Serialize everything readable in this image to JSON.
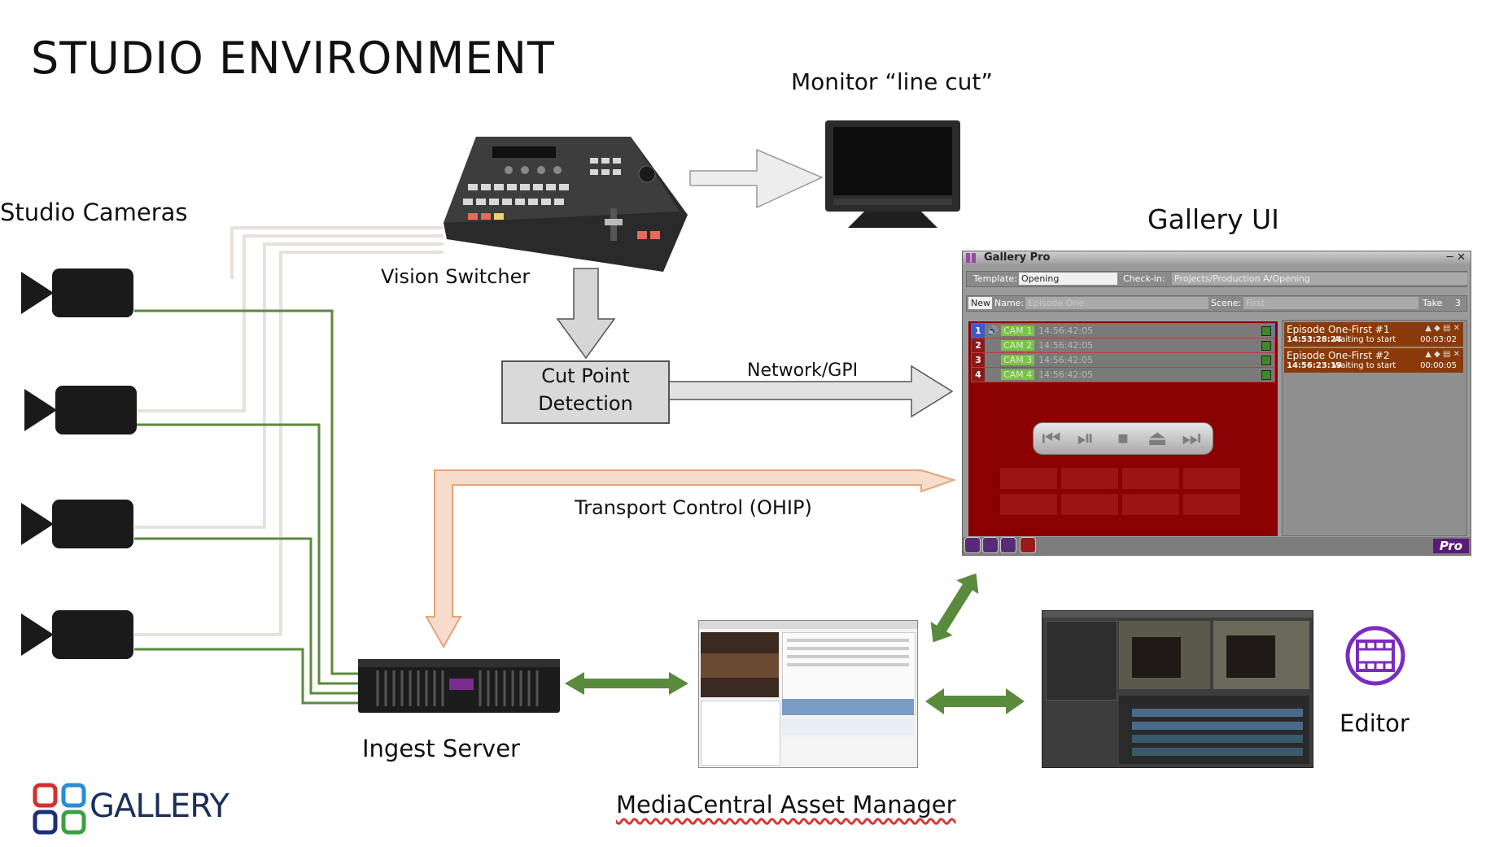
{
  "title": "STUDIO ENVIRONMENT",
  "labels": {
    "studio_cameras": "Studio Cameras",
    "monitor": "Monitor “line cut”",
    "vision_switcher": "Vision Switcher",
    "cut_point_line1": "Cut Point",
    "cut_point_line2": "Detection",
    "network_gpi": "Network/GPI",
    "gallery_ui": "Gallery UI",
    "transport_control": "Transport Control (OHIP)",
    "ingest_server": "Ingest Server",
    "mediacentral": "MediaCentral Asset Manager",
    "editor": "Editor",
    "brand": "GALLERY"
  },
  "gallery_pro": {
    "window_title": "Gallery Pro",
    "window_controls": "─ ✕",
    "template_label": "Template:",
    "template_value": "Opening",
    "checkin_label": "Check-in:",
    "checkin_value": "Projects/Production A/Opening",
    "new_label": "New",
    "name_label": "Name:",
    "name_placeholder": "Episode One",
    "scene_label": "Scene:",
    "scene_placeholder": "First",
    "take_label": "Take",
    "take_value": "3",
    "cameras": [
      {
        "num": "1",
        "tag": "CAM 1",
        "timecode": "14:56:42:05"
      },
      {
        "num": "2",
        "tag": "CAM 2",
        "timecode": "14:56:42:05"
      },
      {
        "num": "3",
        "tag": "CAM 3",
        "timecode": "14:56:42:05"
      },
      {
        "num": "4",
        "tag": "CAM 4",
        "timecode": "14:56:42:05"
      }
    ],
    "episodes": [
      {
        "title": "Episode One-First #1",
        "time": "14:53:28:24",
        "status": "Waiting to start",
        "duration": "00:03:02"
      },
      {
        "title": "Episode One-First #2",
        "time": "14:56:23:19",
        "status": "Waiting to start",
        "duration": "00:00:05"
      }
    ],
    "pro_badge": "Pro"
  },
  "colors": {
    "camera_wire_green": "#5a8a3c",
    "camera_wire_grey": "#e6e2dc",
    "transport_orange": "#e8a27a",
    "transport_fill": "#f7dccb",
    "bidirectional_green": "#5a8a3c",
    "gray_arrow": "#d6d6d6",
    "gallery_red": "#8b0000",
    "editor_icon_purple": "#7b2cbf"
  }
}
